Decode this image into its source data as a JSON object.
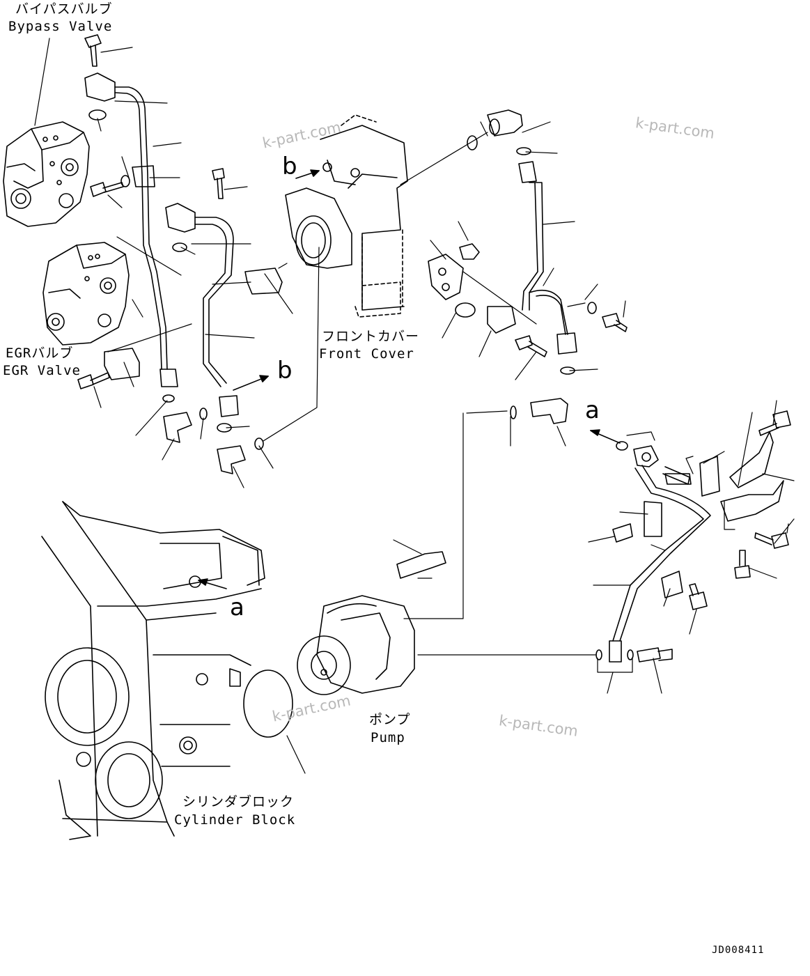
{
  "labels": {
    "bypass_valve_jp": "バイパスバルブ",
    "bypass_valve_en": "Bypass Valve",
    "egr_valve_jp": "EGRバルブ",
    "egr_valve_en": "EGR Valve",
    "front_cover_jp": "フロントカバー",
    "front_cover_en": "Front Cover",
    "pump_jp": "ポンプ",
    "pump_en": "Pump",
    "cylinder_block_jp": "シリンダブロック",
    "cylinder_block_en": "Cylinder Block"
  },
  "refs": {
    "b_top": "b",
    "b_mid": "b",
    "a_right": "a",
    "a_block": "a"
  },
  "watermarks": [
    "k-part.com",
    "k-part.com",
    "k-part.com",
    "k-part.com"
  ],
  "drawing_code": "JD008411",
  "colors": {
    "line": "#000000",
    "background": "#ffffff",
    "watermark": "#b8b8b8"
  }
}
